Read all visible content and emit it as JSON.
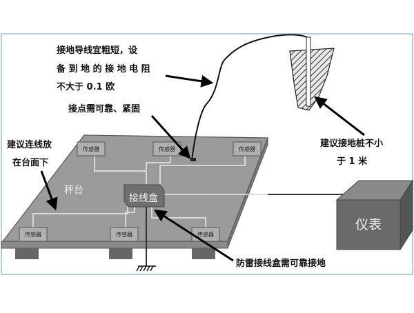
{
  "annotations": {
    "wire_line1": "接地导线宜粗短，设",
    "wire_line2": "备 到 地 的 接 地 电 阻",
    "wire_line3": "不大于 0.1 欧",
    "contact": "接点需可靠、紧固",
    "cable_line1": "建议连线放",
    "cable_line2": "在台面下",
    "pile_line1": "建议接地桩不小",
    "pile_line2": "于 1 米",
    "lightning": "防雷接线盒需可靠接地"
  },
  "platform_label": "秤台",
  "junction_box_label": "接线盒",
  "instrument_label": "仪表",
  "sensor_label": "传感器",
  "colors": {
    "platform_top": "#9b9b9b",
    "junction_box": "#6f6f6f",
    "instrument": "#6a6a6a",
    "frame_border": "#9ab8d8"
  }
}
